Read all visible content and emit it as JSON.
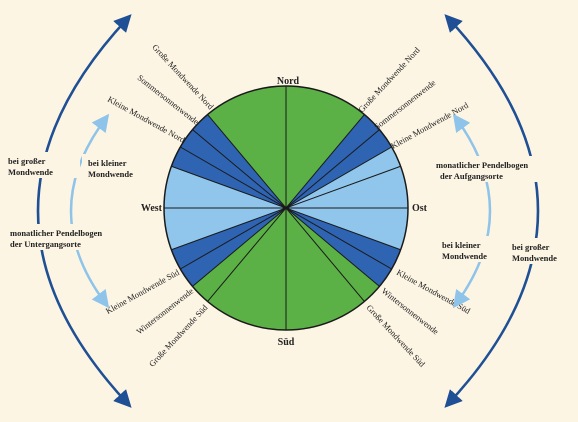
{
  "compass": {
    "north": "Nord",
    "south": "Süd",
    "east": "Ost",
    "west": "West"
  },
  "colors": {
    "background": "#fdf5e4",
    "green": "#5bb046",
    "dark_blue": "#2f64b2",
    "light_blue": "#90c6ec",
    "outer_arrow": "#1f4f94",
    "inner_arrow": "#8fc4ea",
    "rim": "#1a1a1a"
  },
  "ray_labels": {
    "ne_outer": "Große Mondwende Nord",
    "ne_middle": "Sommersonnenwende",
    "ne_inner": "Kleine Mondwende Nord",
    "nw_outer": "Große Mondwende Nord",
    "nw_middle": "Sommersonnenwende",
    "nw_inner": "Kleine Mondwende Nord",
    "se_inner": "Kleine Mondwende Süd",
    "se_middle": "Wintersonnenwende",
    "se_outer": "Große Mondwende Süd",
    "sw_inner": "Kleine Mondwende Süd",
    "sw_middle": "Wintersonnenwende",
    "sw_outer": "Große Mondwende Süd"
  },
  "notes": {
    "left_grosser": [
      "bei großer",
      "Mondwende"
    ],
    "left_kleiner": [
      "bei kleiner",
      "Mondwende"
    ],
    "left_pendel": [
      "monatlicher Pendelbogen",
      "der Untergangsorte"
    ],
    "right_pendel": [
      "monatlicher Pendelbogen",
      "der Aufgangsorte"
    ],
    "right_kleiner": [
      "bei kleiner",
      "Mondwende"
    ],
    "right_grosser": [
      "bei großer",
      "Mondwende"
    ]
  }
}
